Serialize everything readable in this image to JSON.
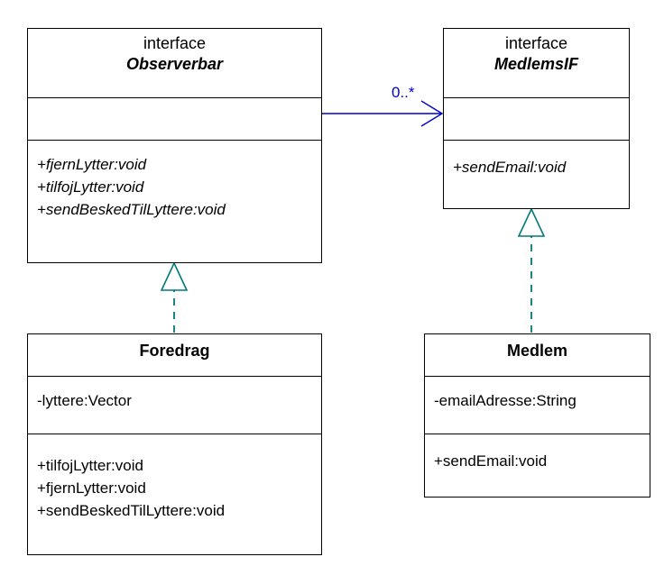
{
  "diagram": {
    "title": "Observer pattern UML class diagram",
    "colors": {
      "box_border": "#000000",
      "text": "#000000",
      "association": "#0000cc",
      "realization": "#00797b",
      "background": "#ffffff"
    }
  },
  "classes": {
    "observerbar": {
      "stereotype": "interface",
      "name": "Observerbar",
      "attributes": [],
      "operations": [
        "+fjernLytter:void",
        "+tilfojLytter:void",
        "+sendBeskedTilLyttere:void"
      ]
    },
    "medlemsif": {
      "stereotype": "interface",
      "name": "MedlemsIF",
      "attributes": [],
      "operations": [
        "+sendEmail:void"
      ]
    },
    "foredrag": {
      "stereotype": "",
      "name": "Foredrag",
      "attributes": [
        "-lyttere:Vector"
      ],
      "operations": [
        "+tilfojLytter:void",
        "+fjernLytter:void",
        "+sendBeskedTilLyttere:void"
      ]
    },
    "medlem": {
      "stereotype": "",
      "name": "Medlem",
      "attributes": [
        "-emailAdresse:String"
      ],
      "operations": [
        "+sendEmail:void"
      ]
    }
  },
  "relationships": {
    "association": {
      "kind": "association",
      "from": "Observerbar",
      "to": "MedlemsIF",
      "multiplicity_target": "0..*"
    },
    "realization_foredrag": {
      "kind": "realization",
      "from": "Foredrag",
      "to": "Observerbar"
    },
    "realization_medlem": {
      "kind": "realization",
      "from": "Medlem",
      "to": "MedlemsIF"
    }
  }
}
